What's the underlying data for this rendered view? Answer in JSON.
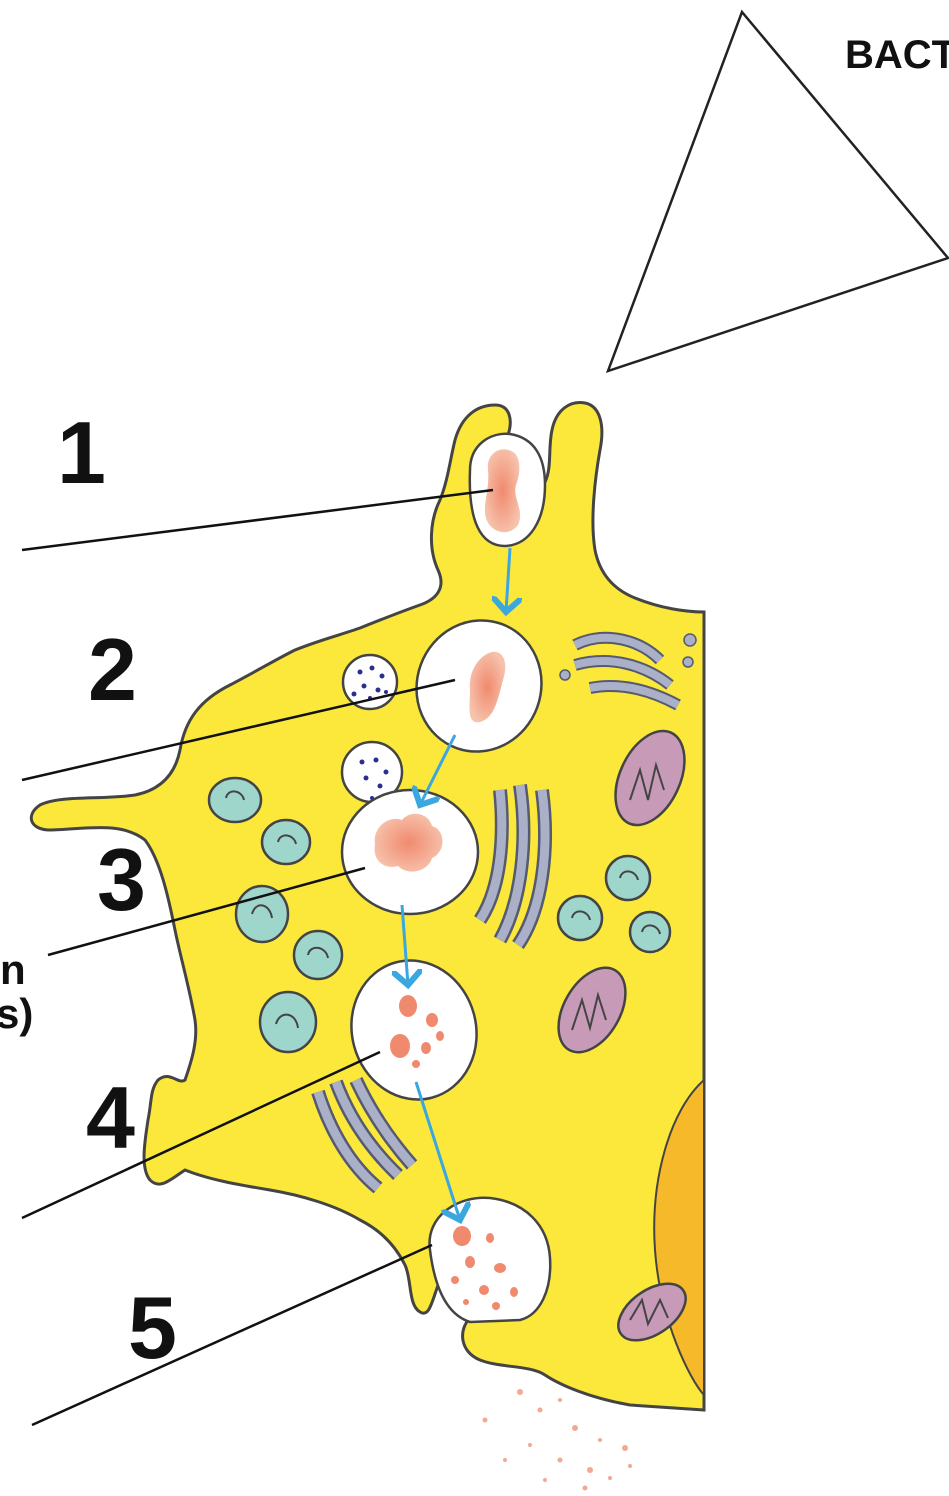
{
  "diagram": {
    "triangle_label": "BACT",
    "step_numbers": [
      "1",
      "2",
      "3",
      "4",
      "5"
    ],
    "edge_fragments": [
      "n",
      "s)"
    ]
  },
  "colors": {
    "cytoplasm": "#fbe83a",
    "nucleus": "#f6b92a",
    "outline": "#444444",
    "vesicle": "#ffffff",
    "bacterium": "#f08a6e",
    "arrow": "#3aa7e0",
    "golgi": "#a9b0c8",
    "mitochondria": "#c79ab8",
    "small_vesicle": "#9fd6cc",
    "enzyme_dots": "#2b2d8f",
    "leader_line": "#111111"
  }
}
